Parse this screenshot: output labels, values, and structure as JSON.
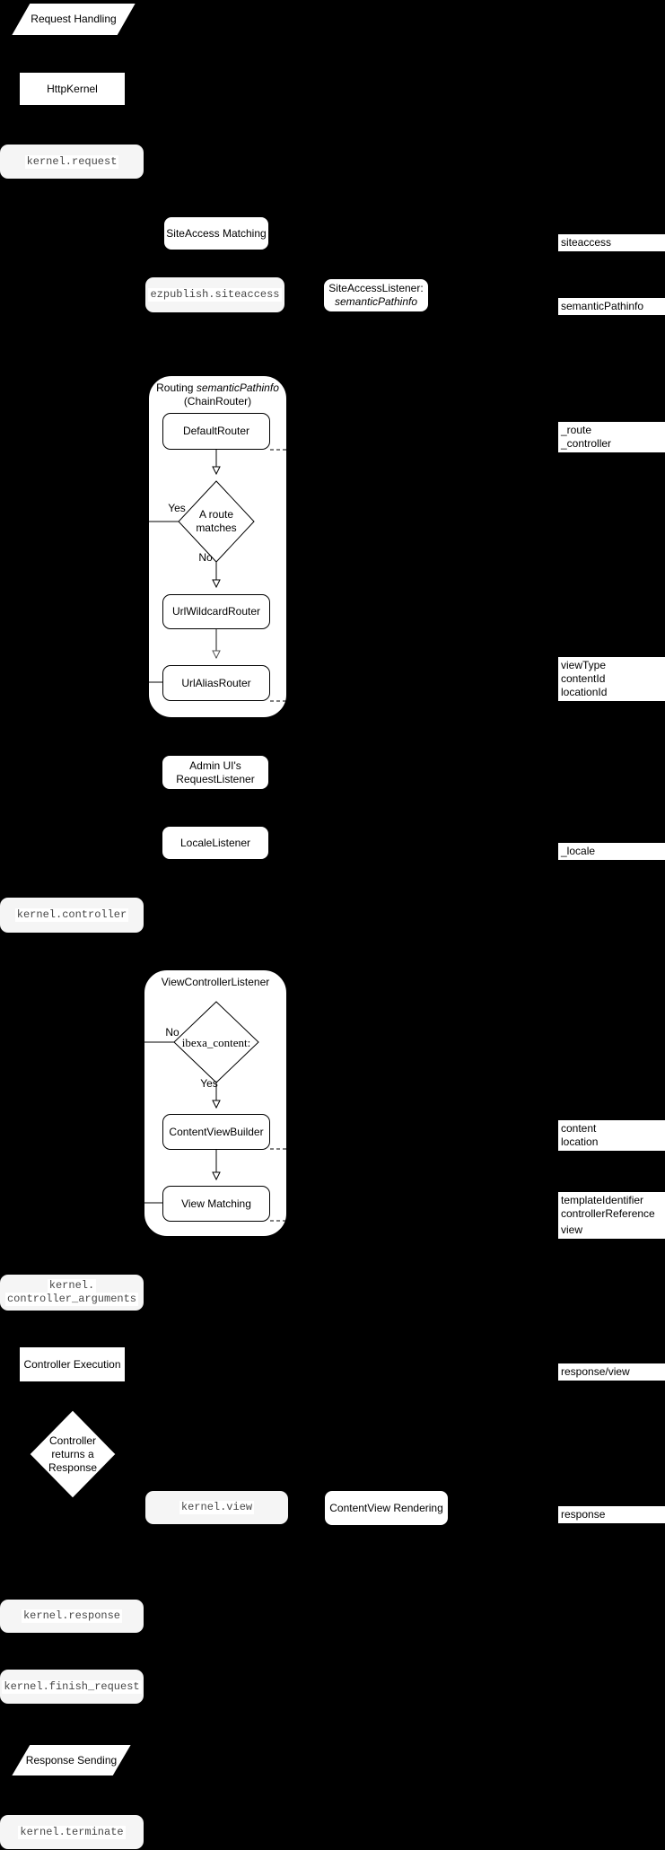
{
  "colors": {
    "background": "#000000",
    "node_fill": "#ffffff",
    "node_border": "#000000",
    "event_fill": "#f5f5f5",
    "event_text": "#474747",
    "label_fill": "#ffffff",
    "gray_arrow": "#8a8a8a"
  },
  "nodes": {
    "request_handling": "Request Handling",
    "http_kernel": "HttpKernel",
    "kernel_request": "kernel.request",
    "siteaccess_matching": "SiteAccess Matching",
    "ezpublish_siteaccess": "ezpublish.siteaccess",
    "siteaccess_listener_line1": "SiteAccessListener:",
    "siteaccess_listener_line2": "semanticPathinfo",
    "default_router": "DefaultRouter",
    "route_matches_line1": "A route",
    "route_matches_line2": "matches",
    "url_wildcard_router": "UrlWildcardRouter",
    "url_alias_router": "UrlAliasRouter",
    "admin_ui_line1": "Admin UI's",
    "admin_ui_line2": "RequestListener",
    "locale_listener": "LocaleListener",
    "kernel_controller": "kernel.controller",
    "ibexa_content": "ibexa_content:",
    "content_view_builder": "ContentViewBuilder",
    "view_matching": "View Matching",
    "kernel_controller_arguments_line1": "kernel.",
    "kernel_controller_arguments_line2": "controller_arguments",
    "controller_execution": "Controller Execution",
    "controller_returns_line1": "Controller",
    "controller_returns_line2": "returns a",
    "controller_returns_line3": "Response",
    "kernel_view": "kernel.view",
    "contentview_rendering": "ContentView Rendering",
    "kernel_response": "kernel.response",
    "kernel_finish_request": "kernel.finish_request",
    "response_sending": "Response Sending",
    "kernel_terminate": "kernel.terminate"
  },
  "containers": {
    "routing_title_part1": "Routing ",
    "routing_title_part2": "semanticPathinfo",
    "routing_title_line2": "(ChainRouter)",
    "view_controller_listener": "ViewControllerListener"
  },
  "branches": {
    "yes": "Yes",
    "no": "No"
  },
  "side_labels": [
    {
      "lines": [
        "siteaccess"
      ]
    },
    {
      "lines": [
        "semanticPathinfo"
      ]
    },
    {
      "lines": [
        "_route",
        "_controller"
      ]
    },
    {
      "lines": [
        "viewType",
        "contentId",
        "locationId"
      ]
    },
    {
      "lines": [
        "_locale"
      ]
    },
    {
      "lines": [
        "content",
        "location"
      ]
    },
    {
      "lines": [
        "templateIdentifier",
        "controllerReference"
      ]
    },
    {
      "lines": [
        "view"
      ]
    },
    {
      "lines": [
        "response/view"
      ]
    },
    {
      "lines": [
        "response"
      ]
    }
  ]
}
